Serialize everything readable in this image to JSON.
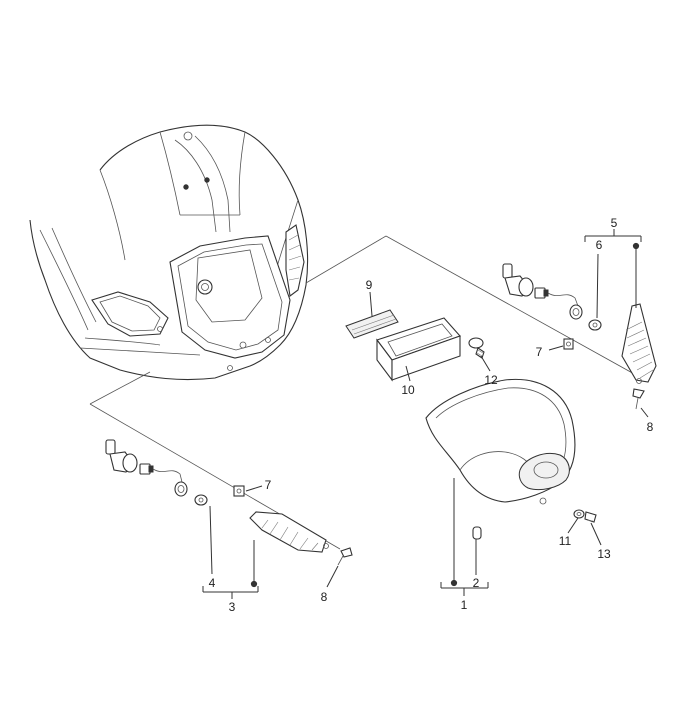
{
  "callouts": [
    {
      "id": "c1",
      "label": "1"
    },
    {
      "id": "c2",
      "label": "2"
    },
    {
      "id": "c3",
      "label": "3"
    },
    {
      "id": "c4",
      "label": "4"
    },
    {
      "id": "c5",
      "label": "5"
    },
    {
      "id": "c6",
      "label": "6"
    },
    {
      "id": "c7a",
      "label": "7"
    },
    {
      "id": "c7b",
      "label": "7"
    },
    {
      "id": "c8a",
      "label": "8"
    },
    {
      "id": "c8b",
      "label": "8"
    },
    {
      "id": "c9",
      "label": "9"
    },
    {
      "id": "c10",
      "label": "10"
    },
    {
      "id": "c11",
      "label": "11"
    },
    {
      "id": "c12",
      "label": "12"
    },
    {
      "id": "c13",
      "label": "13"
    }
  ]
}
